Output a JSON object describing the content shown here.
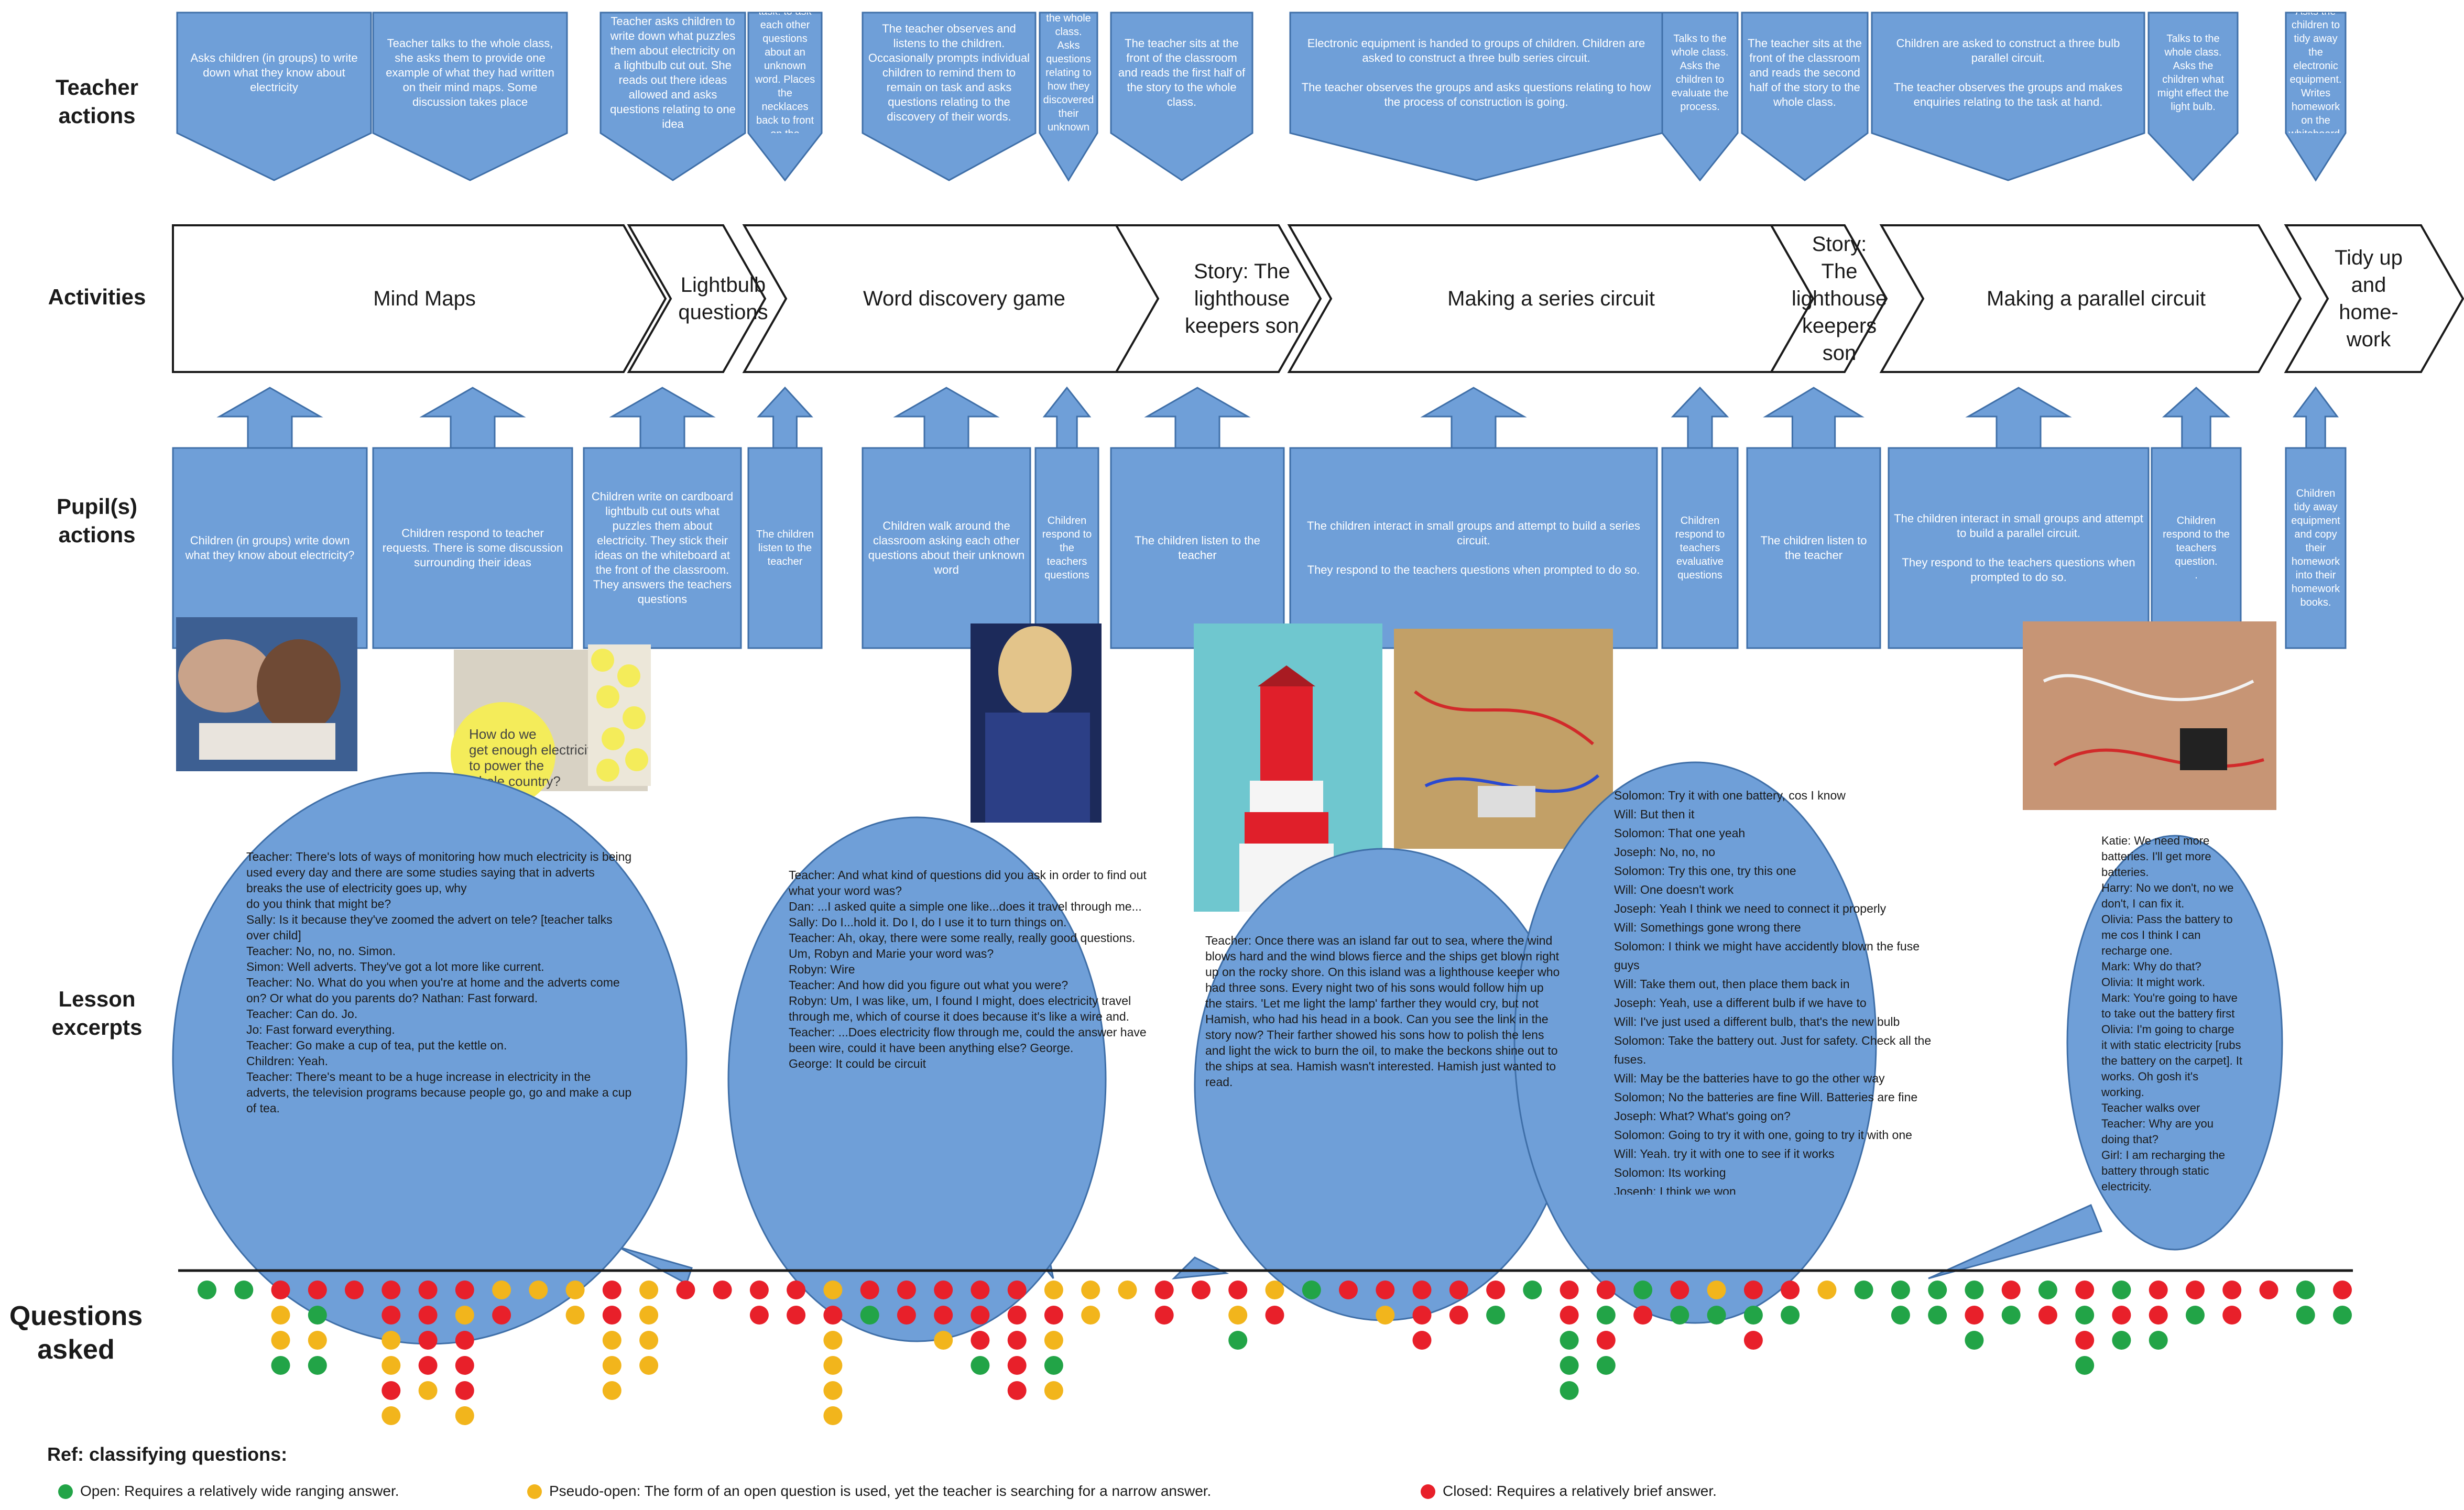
{
  "row_labels": {
    "teacher": "Teacher\nactions",
    "activities": "Activities",
    "pupils": "Pupil(s)\nactions",
    "lesson": "Lesson\nexcerpts",
    "questions": "Questions\nasked"
  },
  "teacher_actions": [
    "Asks children (in groups) to write down what they know about electricity",
    "Teacher talks to the whole class, she asks them to provide one example of what they had written on their mind maps. Some discussion takes place",
    "Teacher asks children to write down what puzzles them about electricity on a lightbulb cut out. She reads out there ideas allowed and asks questions relating to one idea",
    "Describes task: to ask each other questions about an unknown word. Places the necklaces back to front on the children.",
    "The teacher observes and listens to the children. Occasionally prompts individual children to remind them to remain on task and asks questions relating to the discovery of their words.",
    "Talks to the whole class. Asks questions relating to how they discovered their unknown word",
    "The teacher sits at the front of the classroom and reads the first half of the story to the whole class.",
    "Electronic equipment is handed to groups of children. Children are asked to construct a three bulb series circuit.\n\nThe teacher observes the groups and asks questions relating to how the process of construction is going.",
    "Talks to the whole class. Asks the children to evaluate the process.",
    "The teacher sits at the front of the classroom and reads the second half of the story to the whole class.",
    "Children are asked to construct a three bulb parallel circuit.\n\nThe teacher observes the groups and makes enquiries relating to the task at hand.",
    "Talks to the whole class. Asks the children what might effect the light bulb.",
    "Asks the children to tidy away the electronic equipment. Writes homework on the whiteboard."
  ],
  "activities": [
    "Mind Maps",
    "Lightbulb\nquestions",
    "Word discovery game",
    "Story: The\nlighthouse\nkeepers son",
    "Making a series circuit",
    "Story:\nThe\nlighthouse\nkeepers\nson",
    "Making a parallel circuit",
    "Tidy up\nand\nhome-\nwork"
  ],
  "pupil_actions": [
    "Children (in groups) write down what they know about electricity?",
    "Children respond to teacher requests. There is some discussion surrounding their ideas",
    "Children write on cardboard lightbulb cut outs what puzzles them about electricity. They stick their ideas on the whiteboard at the front of the classroom. They answers the teachers questions",
    "The children listen to the teacher",
    "Children walk around the classroom asking each other questions about their unknown word",
    "Children respond to the teachers questions",
    "The children listen to the teacher",
    "The children interact in small groups and attempt to build a series circuit.\n\nThey respond to the teachers questions when prompted to do so.",
    "Children respond to teachers evaluative questions",
    "The children listen to the teacher",
    "The children interact in small groups and attempt to build a parallel circuit.\n\nThey respond to the teachers questions when prompted to do so.",
    "Children respond to the teachers question.\n.",
    "Children tidy away equipment and copy their homework into their homework books."
  ],
  "photo_text": "How do we\nget enough electricity\nto power the\nwhole country?",
  "excerpts": [
    "Teacher:  There's lots of ways of monitoring how much electricity is being used every day and there are some studies saying that in adverts breaks the use of electricity goes up, why\ndo you think that might be?\nSally:  Is it because they've zoomed the advert on tele? [teacher talks over child]\nTeacher:  No, no, no.  Simon.\nSimon:  Well adverts. They've got a lot more like current.\nTeacher:  No. What do you when you're at home and the adverts come on? Or what do you parents do?  Nathan:  Fast forward.\nTeacher:  Can do. Jo.\nJo:  Fast forward everything.\nTeacher:  Go make a cup of tea, put the kettle on.\nChildren:  Yeah.\nTeacher:  There's meant to be a huge increase in electricity in the adverts, the television programs because people go, go and make a cup of tea.",
    "Teacher:  And what kind of questions did you ask in order to find out what your word was?\nDan:  ...I asked quite a simple one like...does it travel through me...\nSally:  Do I...hold it. Do I, do I use it to turn things on.\nTeacher:  Ah, okay, there were some really, really good questions. Um, Robyn and Marie your word was?\nRobyn:  Wire\nTeacher:  And how did you figure out what you were?\nRobyn:  Um, I was like, um, I found I might, does electricity travel through me, which of course it does because it's like a wire and.\nTeacher:  ...Does electricity flow through me, could the answer have been wire, could it have been anything else? George.\nGeorge:  It could be circuit",
    "Teacher: Once there was an island far out to sea, where the wind blows hard and the wind blows fierce and the ships get blown right up on the rocky shore. On this island was a lighthouse keeper who had three sons. Every night two of his sons would follow him up the stairs. 'Let me light the lamp' farther they would cry, but not Hamish, who had his head in a book. Can you see the link in the story now? Their farther showed his sons how to polish the lens and light the wick to burn the oil, to make the beckons shine out to the ships at sea. Hamish wasn't interested. Hamish just wanted to read.",
    "Solomon:  Try it with one battery, cos I know\nWill:  But then it\nSolomon:  That one yeah\nJoseph:  No, no, no\nSolomon:  Try this one, try this one\nWill:  One doesn't work\nJoseph:  Yeah I think we need to connect it properly\nWill:  Somethings gone wrong there\nSolomon:  I think we might have accidently blown the fuse guys\nWill:  Take them out, then place them back in\nJoseph:  Yeah, use a different bulb if we have to\nWill:  I've just used a different bulb, that's the new bulb\nSolomon:  Take the battery out. Just for safety. Check all the fuses.\nWill:  May be the batteries have to go the other way\nSolomon;  No the batteries are fine Will. Batteries are fine\nJoseph:  What? What's going on?\nSolomon:  Going to try it with one, going to try it with one\nWill:  Yeah. try it with one to see if it works\nSolomon:  Its working\nJoseph:  I think we won",
    "Katie:  We need more batteries. I'll get more batteries.\nHarry:  No we don't, no we don't, I can fix it.\nOlivia:  Pass the battery to me cos I think I can recharge one.\nMark:  Why do that?\nOlivia:  It might work.\nMark:  You're going to have to take out the battery first\nOlivia:  I'm going to charge it with static electricity [rubs the battery on the carpet]. It works. Oh gosh it's working.\nTeacher walks over\nTeacher:  Why are you doing that?\nGirl:  I am recharging the battery through static electricity."
  ],
  "legend": {
    "title": "Ref: classifying questions:",
    "items": [
      {
        "label": "Open: Requires a relatively wide ranging answer.",
        "color": "#22a447"
      },
      {
        "label": "Pseudo-open: The form of an open question is used, yet the teacher is searching for a narrow answer.",
        "color": "#f2b51c"
      },
      {
        "label": "Closed: Requires a relatively brief answer.",
        "color": "#e8202a"
      }
    ]
  },
  "question_columns": [
    [
      "G"
    ],
    [
      "G"
    ],
    [
      "R",
      "Y",
      "Y",
      "G"
    ],
    [
      "R",
      "G",
      "Y",
      "G"
    ],
    [
      "R"
    ],
    [
      "R",
      "R",
      "Y",
      "Y",
      "R",
      "Y"
    ],
    [
      "R",
      "R",
      "R",
      "R",
      "Y"
    ],
    [
      "R",
      "Y",
      "R",
      "R",
      "R",
      "Y"
    ],
    [
      "Y",
      "R"
    ],
    [
      "Y"
    ],
    [
      "Y",
      "Y"
    ],
    [
      "R",
      "R",
      "Y",
      "Y",
      "Y"
    ],
    [
      "Y",
      "Y",
      "Y",
      "Y"
    ],
    [
      "R"
    ],
    [
      "R"
    ],
    [
      "R",
      "R"
    ],
    [
      "R",
      "R"
    ],
    [
      "Y",
      "R",
      "Y",
      "Y",
      "Y",
      "Y"
    ],
    [
      "R",
      "G"
    ],
    [
      "R",
      "R"
    ],
    [
      "R",
      "R",
      "Y"
    ],
    [
      "R",
      "R",
      "R",
      "G"
    ],
    [
      "R",
      "R",
      "R",
      "R",
      "R"
    ],
    [
      "Y",
      "R",
      "Y",
      "G",
      "Y"
    ],
    [
      "Y",
      "Y"
    ],
    [
      "Y"
    ],
    [
      "R",
      "R"
    ],
    [
      "R"
    ],
    [
      "R",
      "Y",
      "G"
    ],
    [
      "Y",
      "R"
    ],
    [
      "G"
    ],
    [
      "R"
    ],
    [
      "R",
      "Y"
    ],
    [
      "R",
      "R",
      "R"
    ],
    [
      "R",
      "R"
    ],
    [
      "R",
      "G"
    ],
    [
      "G"
    ],
    [
      "R",
      "R",
      "G",
      "G",
      "G"
    ],
    [
      "R",
      "G",
      "R",
      "G"
    ],
    [
      "G",
      "R"
    ],
    [
      "R",
      "G"
    ],
    [
      "Y",
      "G"
    ],
    [
      "R",
      "G",
      "R"
    ],
    [
      "R",
      "G"
    ],
    [
      "Y"
    ],
    [
      "G"
    ],
    [
      "G",
      "G"
    ],
    [
      "G",
      "G"
    ],
    [
      "G",
      "R",
      "G"
    ],
    [
      "R",
      "G"
    ],
    [
      "G",
      "R"
    ],
    [
      "R",
      "G",
      "R",
      "G"
    ],
    [
      "G",
      "R",
      "G"
    ],
    [
      "R",
      "R",
      "G"
    ],
    [
      "R",
      "G"
    ],
    [
      "R",
      "R"
    ],
    [
      "R"
    ],
    [
      "G",
      "G"
    ],
    [
      "R",
      "G"
    ]
  ]
}
